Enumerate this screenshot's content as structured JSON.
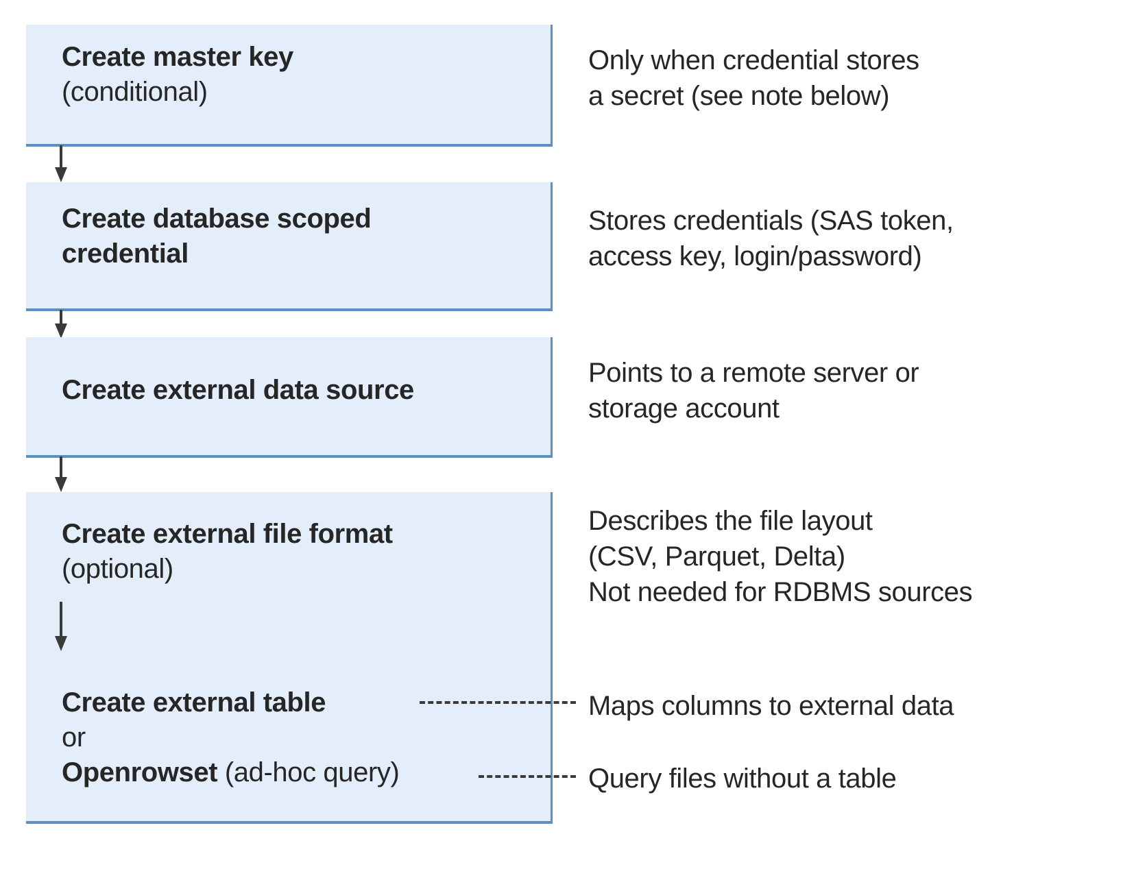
{
  "colors": {
    "box_fill": "#e4eefb",
    "box_border": "#5b8fc7",
    "text": "#262626",
    "arrow": "#3a3a3a",
    "background": "#ffffff"
  },
  "diagram": {
    "type": "flowchart",
    "orientation": "vertical",
    "steps": [
      {
        "id": "master-key",
        "title": "Create master key",
        "subtitle": "(conditional)",
        "note_lines": [
          "Only when credential stores",
          "a secret (see note below)"
        ],
        "connector_to_note": "none"
      },
      {
        "id": "database-scoped-credential",
        "title_lines": [
          "Create database scoped",
          "credential"
        ],
        "subtitle": "",
        "note_lines": [
          "Stores credentials (SAS token,",
          "access key, login/password)"
        ],
        "connector_to_note": "none"
      },
      {
        "id": "external-data-source",
        "title": "Create external data source",
        "subtitle": "",
        "note_lines": [
          "Points to a remote server or",
          "storage account"
        ],
        "connector_to_note": "none"
      },
      {
        "id": "external-file-format",
        "title": "Create external file format",
        "subtitle": "(optional)",
        "note_lines": [
          "Describes the file layout",
          "(CSV, Parquet, Delta)",
          "Not needed for RDBMS sources"
        ],
        "connector_to_note": "none"
      },
      {
        "id": "external-table-or-openrowset",
        "title": "Create external table",
        "conjunction": "or",
        "alt_title": "Openrowset",
        "alt_suffix": " (ad-hoc query)",
        "note_lines": [
          "Maps columns to external data"
        ],
        "alt_note_lines": [
          "Query files without a table"
        ],
        "connector_to_note": "dashed"
      }
    ],
    "arrows": [
      {
        "from": "master-key",
        "to": "database-scoped-credential",
        "style": "solid-down"
      },
      {
        "from": "database-scoped-credential",
        "to": "external-data-source",
        "style": "solid-down"
      },
      {
        "from": "external-data-source",
        "to": "external-file-format",
        "style": "solid-down"
      },
      {
        "from": "external-file-format",
        "to": "external-table-or-openrowset",
        "style": "solid-down"
      }
    ]
  },
  "boxes": {
    "master_key": {
      "title": "Create master key",
      "subtitle": "(conditional)"
    },
    "scoped_credential": {
      "title_line1": "Create database scoped",
      "title_line2": "credential"
    },
    "data_source": {
      "title": "Create external data source"
    },
    "file_format": {
      "title": "Create external file format",
      "subtitle": "(optional)"
    },
    "external_table": {
      "title": "Create external table",
      "conjunction": "or",
      "alt_title": "Openrowset",
      "alt_suffix": " (ad-hoc query)"
    }
  },
  "notes": {
    "master_key": {
      "line1": "Only when credential stores",
      "line2": "a secret (see note below)"
    },
    "scoped_credential": {
      "line1": "Stores credentials (SAS token,",
      "line2": "access key, login/password)"
    },
    "data_source": {
      "line1": "Points to a remote server or",
      "line2": "storage account"
    },
    "file_format": {
      "line1": "Describes the file layout",
      "line2": "(CSV, Parquet, Delta)",
      "line3": "Not needed for RDBMS sources"
    },
    "external_table": {
      "line1": "Maps columns to external data"
    },
    "openrowset": {
      "line1": "Query files without a table"
    }
  }
}
